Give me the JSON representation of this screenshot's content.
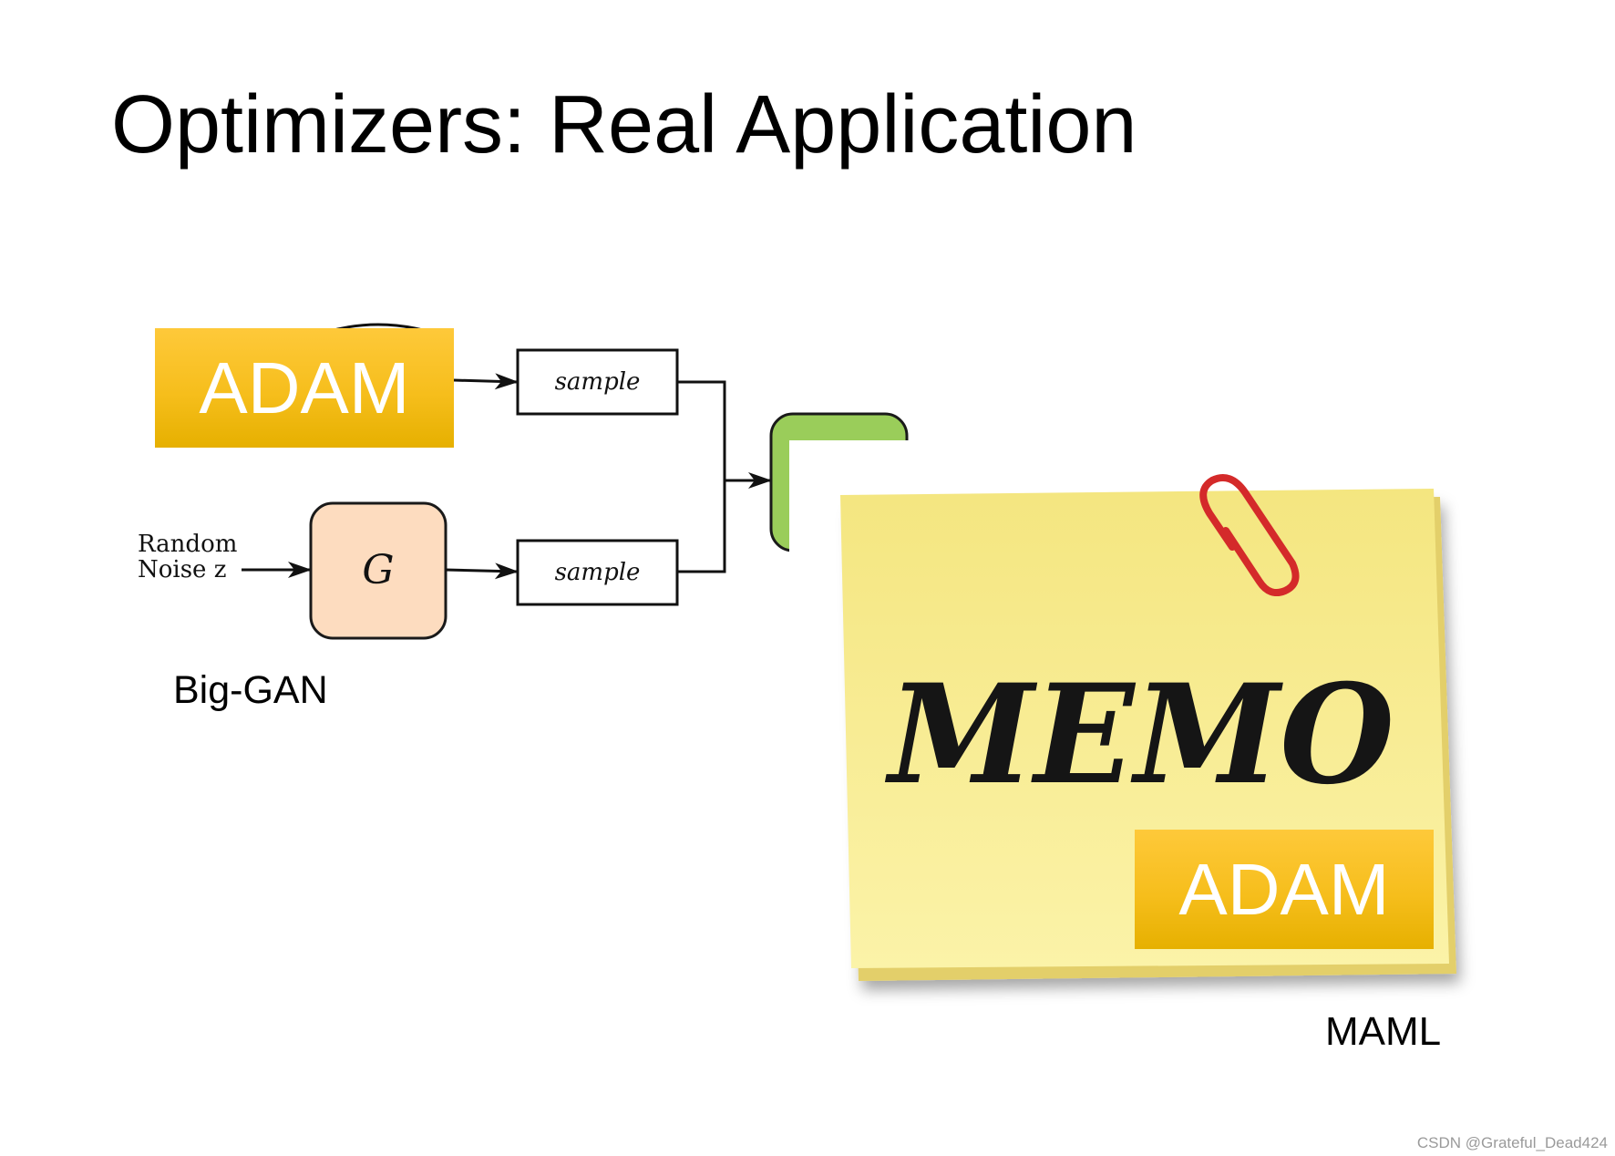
{
  "title": "Optimizers: Real Application",
  "badges": {
    "top": "ADAM",
    "bottom": "ADAM"
  },
  "diagram": {
    "input_label_line1": "Random",
    "input_label_line2": "Noise z",
    "generator": "G",
    "sample_top": "sample",
    "sample_bottom": "sample",
    "caption": "Big-GAN"
  },
  "memo": {
    "text": "MEMO",
    "caption": "MAML"
  },
  "watermark": "CSDN @Grateful_Dead424",
  "colors": {
    "badge_top": "#fec93a",
    "badge_bottom": "#e6b000",
    "generator_fill": "#fddcbf",
    "discriminator_fill": "#9acd5a",
    "memo_yellow": "#f8ec94",
    "paperclip": "#d42a2a"
  }
}
